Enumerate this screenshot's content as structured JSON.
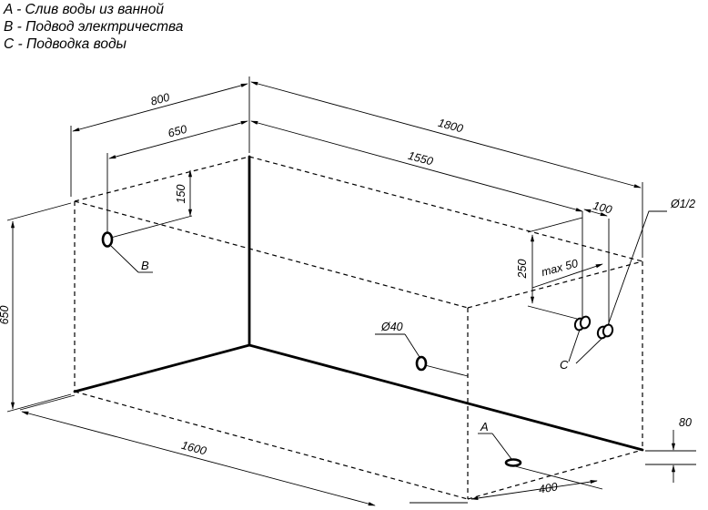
{
  "legend": [
    "A - Слив воды из ванной",
    "B - Подвод электричества",
    "C - Подводка воды"
  ],
  "dimensions": {
    "width_800": "800",
    "width_650": "650",
    "length_1800": "1800",
    "length_1550": "1550",
    "depth_150": "150",
    "height_650": "650",
    "length_1600": "1600",
    "offset_100": "100",
    "diameter_half": "Ø1/2",
    "height_250": "250",
    "max_50": "max 50",
    "diameter_40": "Ø40",
    "height_80": "80",
    "offset_400": "400"
  },
  "markers": {
    "A": "A",
    "B": "B",
    "C": "C"
  }
}
